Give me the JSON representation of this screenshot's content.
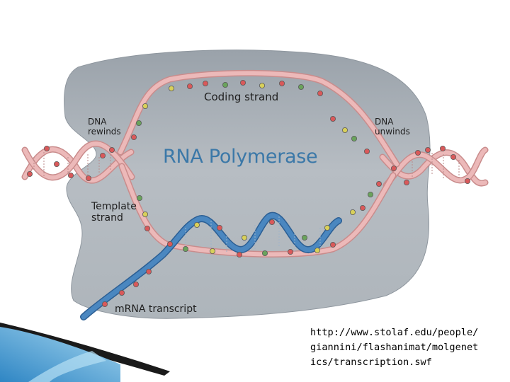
{
  "diagram": {
    "labels": {
      "coding_strand": "Coding strand",
      "dna_rewinds_line1": "DNA",
      "dna_rewinds_line2": "rewinds",
      "dna_unwinds_line1": "DNA",
      "dna_unwinds_line2": "unwinds",
      "enzyme": "RNA Polymerase",
      "template_strand_line1": "Template",
      "template_strand_line2": "strand",
      "mrna": "mRNA transcript"
    },
    "colors": {
      "polymerase_blob": "#a5acb3",
      "dna_strand": "#ecb9b9",
      "dna_strand_edge": "#c98c8c",
      "rna_strand": "#4a87c0",
      "rna_strand_edge": "#2c5f94",
      "nucleotide_red": "#d9595a",
      "nucleotide_yellow": "#d8d05a",
      "nucleotide_green": "#6aa35c",
      "enzyme_label": "#3b78a8",
      "corner_accent": "#4fa3d6"
    }
  },
  "footer": {
    "source_line1": "http://www.stolaf.edu/people/",
    "source_line2": "giannini/flashanimat/molgenet",
    "source_line3": "ics/transcription.swf"
  }
}
